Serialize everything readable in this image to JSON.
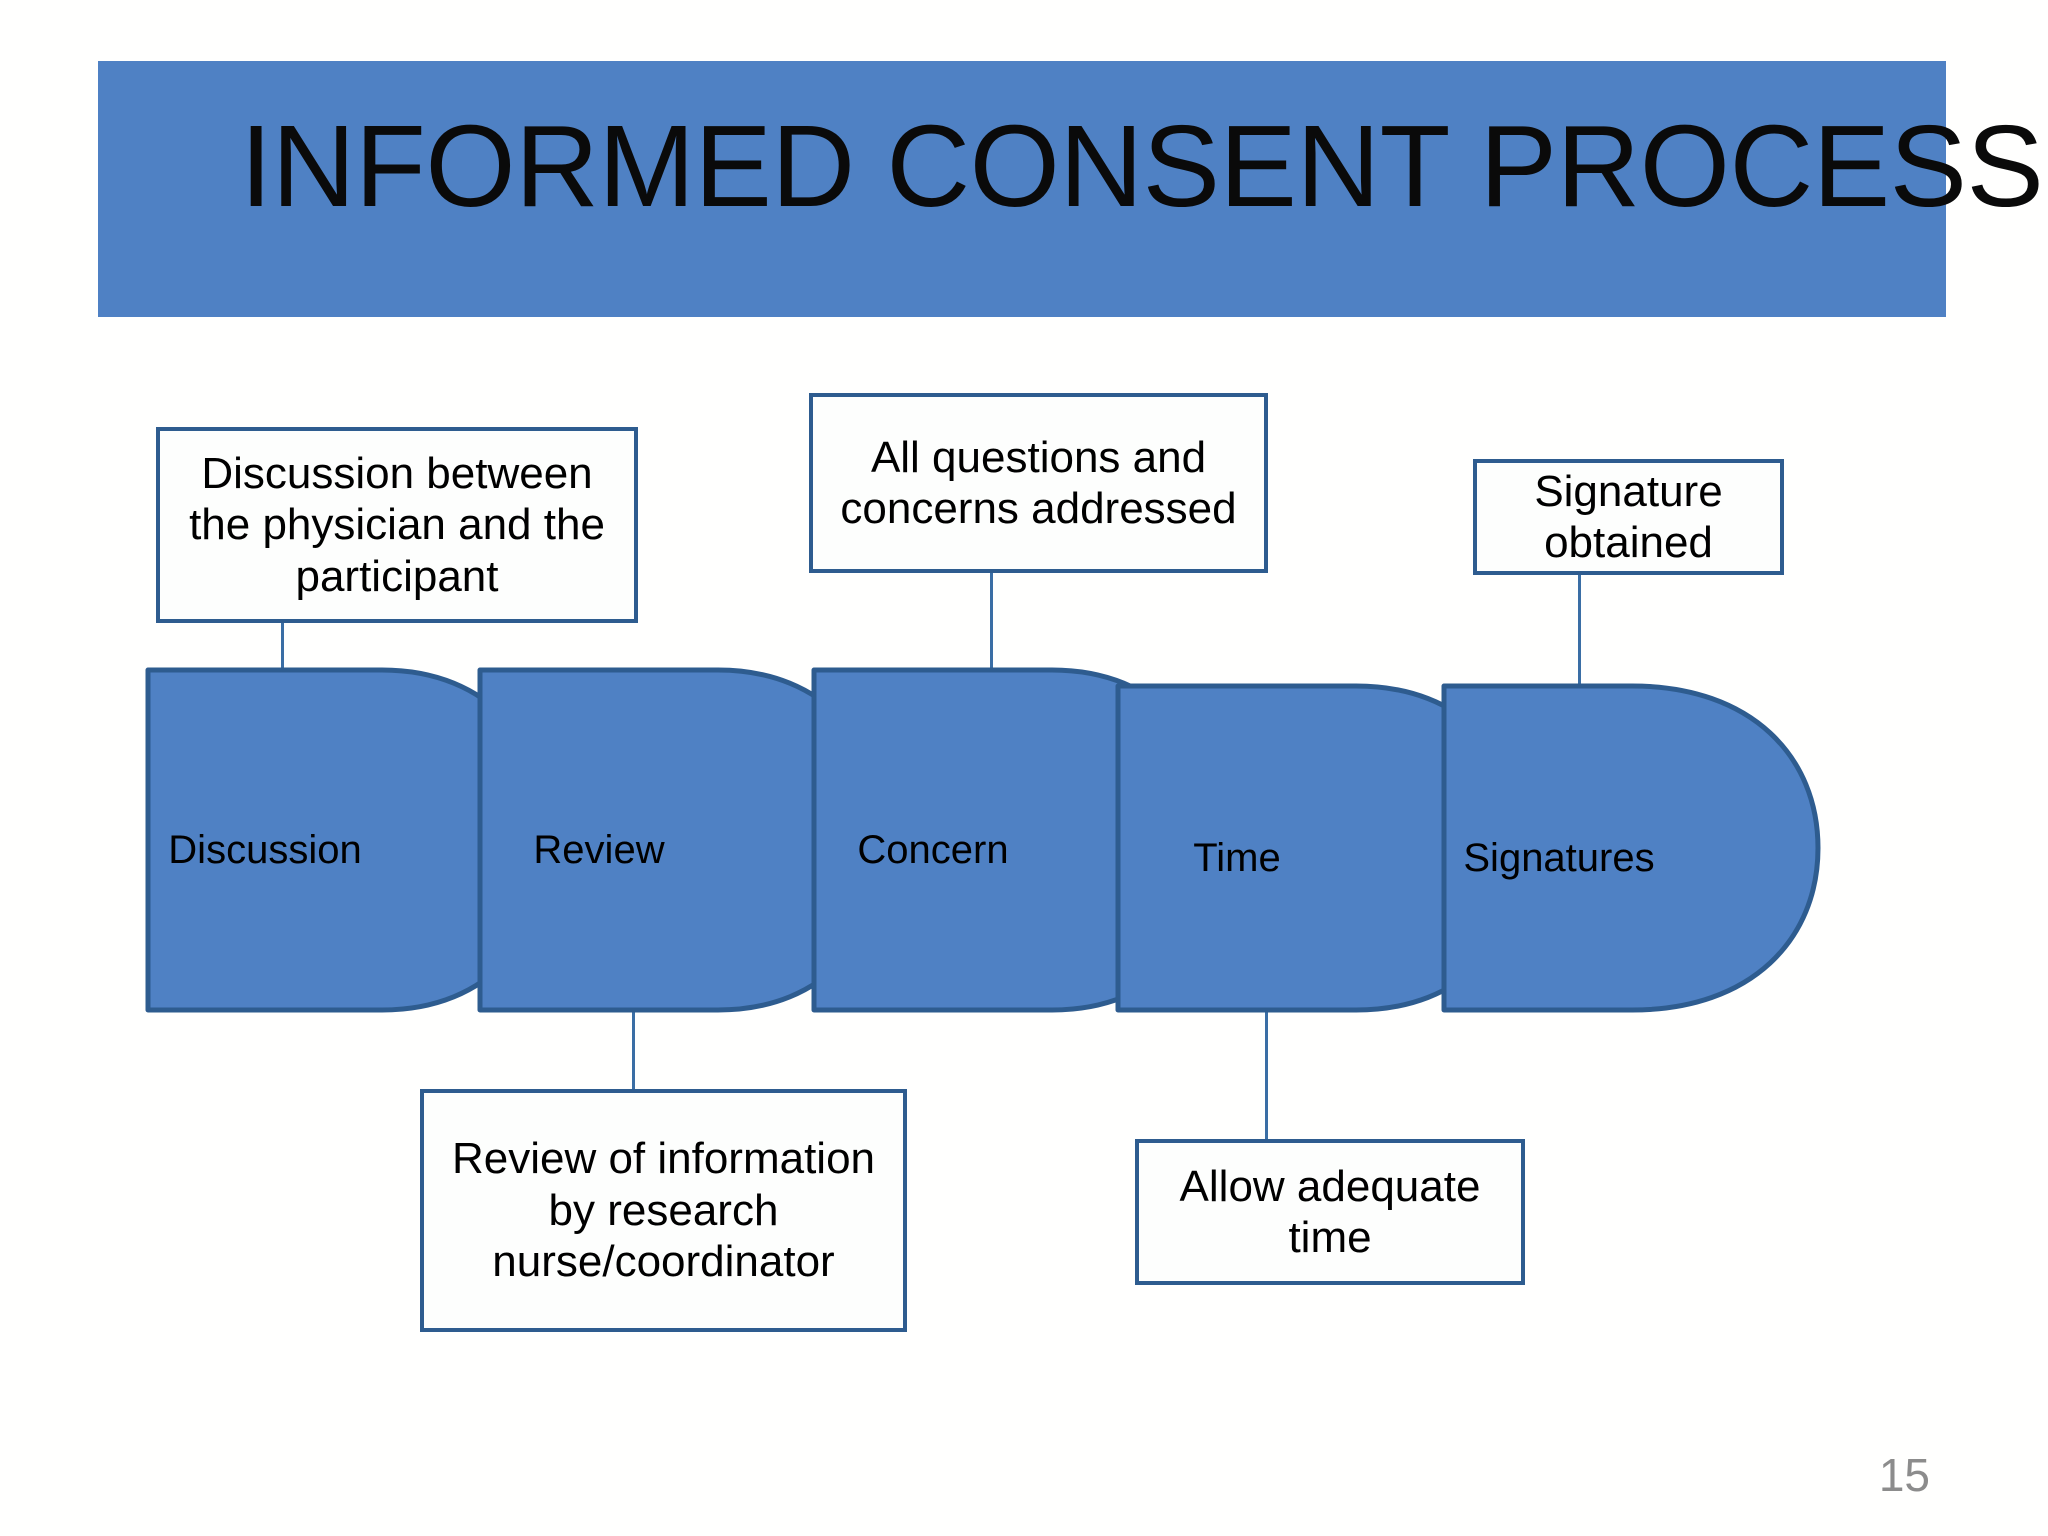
{
  "slide": {
    "title": "INFORMED CONSENT PROCESS",
    "page_number": "15",
    "colors": {
      "band_fill": "#4F81C4",
      "shape_fill": "#4F81C4",
      "shape_stroke": "#2E5C8F",
      "callout_border": "#2E5C8F",
      "callout_fill": "#FDFEFD",
      "connector": "#3A6EA5",
      "title_text": "#0A0A0A",
      "page_number_text": "#8C8C8C"
    }
  },
  "process": {
    "steps": [
      {
        "key": "discussion",
        "label": "Discussion"
      },
      {
        "key": "review",
        "label": "Review"
      },
      {
        "key": "concern",
        "label": "Concern"
      },
      {
        "key": "time",
        "label": "Time"
      },
      {
        "key": "signatures",
        "label": "Signatures"
      }
    ]
  },
  "callouts": [
    {
      "key": "discussion-callout",
      "text": "Discussion between the physician and the participant",
      "position": "above",
      "step": "Discussion"
    },
    {
      "key": "review-callout",
      "text": "Review of information by research nurse/coordinator",
      "position": "below",
      "step": "Review"
    },
    {
      "key": "concern-callout",
      "text": "All questions and concerns addressed",
      "position": "above",
      "step": "Concern"
    },
    {
      "key": "time-callout",
      "text": "Allow adequate time",
      "position": "below",
      "step": "Time"
    },
    {
      "key": "signature-callout",
      "text": "Signature obtained",
      "position": "above",
      "step": "Signatures"
    }
  ]
}
